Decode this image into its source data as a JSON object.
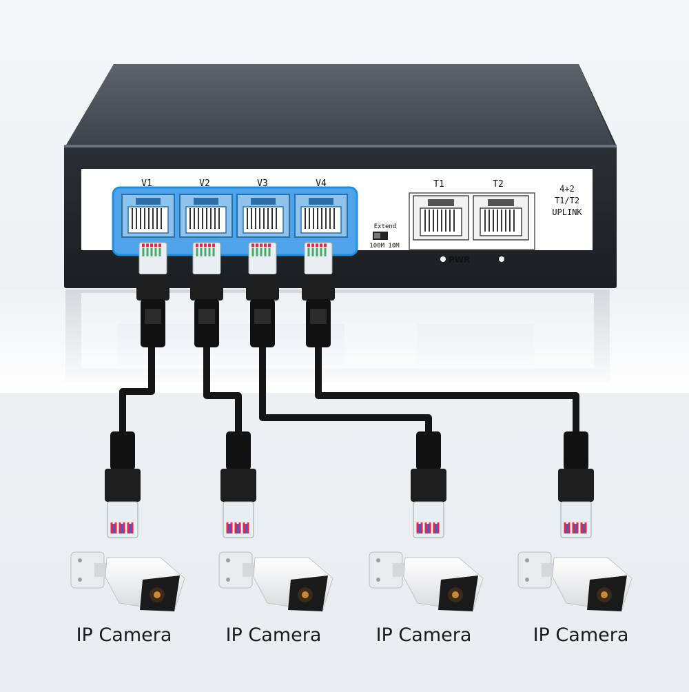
{
  "switch": {
    "poe_ports": [
      "V1",
      "V2",
      "V3",
      "V4"
    ],
    "uplink_ports": [
      "T1",
      "T2"
    ],
    "dip_switch": {
      "label": "Extend",
      "options": "100M  10M"
    },
    "uplink_badge": [
      "4+2",
      "T1/T2",
      "UPLINK"
    ],
    "power_led": "PWR",
    "highlight_color": "#1f8fe0"
  },
  "cameras": [
    {
      "label": "IP Camera"
    },
    {
      "label": "IP Camera"
    },
    {
      "label": "IP Camera"
    },
    {
      "label": "IP Camera"
    }
  ]
}
